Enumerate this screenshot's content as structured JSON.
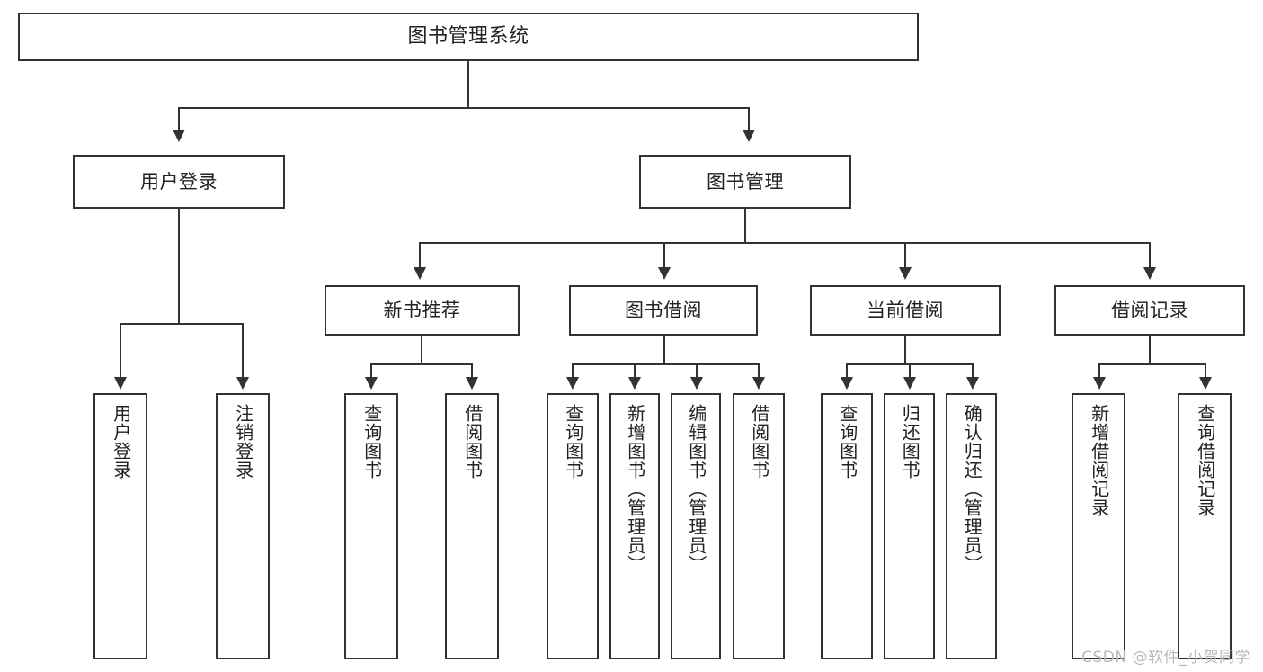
{
  "diagram": {
    "type": "tree",
    "title": "图书管理系统",
    "style": {
      "line_color": "#333333",
      "box_fill": "#ffffff",
      "text_color": "#222222",
      "watermark_color": "#b9b9b9"
    },
    "root": {
      "label": "图书管理系统"
    },
    "level2": [
      {
        "label": "用户登录"
      },
      {
        "label": "图书管理"
      }
    ],
    "level3": [
      {
        "label": "新书推荐"
      },
      {
        "label": "图书借阅"
      },
      {
        "label": "当前借阅"
      },
      {
        "label": "借阅记录"
      }
    ],
    "leaves": {
      "user_login": [
        {
          "label": "用户登录"
        },
        {
          "label": "注销登录"
        }
      ],
      "new_book_recommend": [
        {
          "label": "查询图书"
        },
        {
          "label": "借阅图书"
        }
      ],
      "book_borrow": [
        {
          "label": "查询图书"
        },
        {
          "label": "新增图书（管理员）"
        },
        {
          "label": "编辑图书（管理员）"
        },
        {
          "label": "借阅图书"
        }
      ],
      "current_borrow": [
        {
          "label": "查询图书"
        },
        {
          "label": "归还图书"
        },
        {
          "label": "确认归还（管理员）"
        }
      ],
      "borrow_record": [
        {
          "label": "新增借阅记录"
        },
        {
          "label": "查询借阅记录"
        }
      ]
    }
  },
  "watermark": {
    "text": "CSDN @软件_小贺同学"
  }
}
